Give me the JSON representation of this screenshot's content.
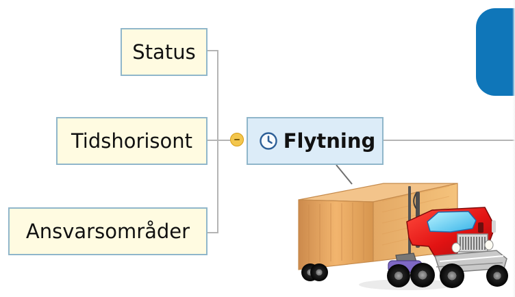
{
  "mindmap": {
    "central_topic": {
      "label": "Flytning",
      "icon": "clock-icon"
    },
    "subtopics": [
      {
        "label": "Status"
      },
      {
        "label": "Tidshorisont"
      },
      {
        "label": "Ansvarsområder"
      }
    ],
    "image": {
      "semantic": "truck-icon"
    },
    "colors": {
      "subtopic_fill": "#fffbe1",
      "main_fill": "#dcecf8",
      "border": "#8fb6ca",
      "accent": "#0f76b9",
      "connector": "#b4b4b4",
      "toggle": "#f3c64d"
    }
  }
}
